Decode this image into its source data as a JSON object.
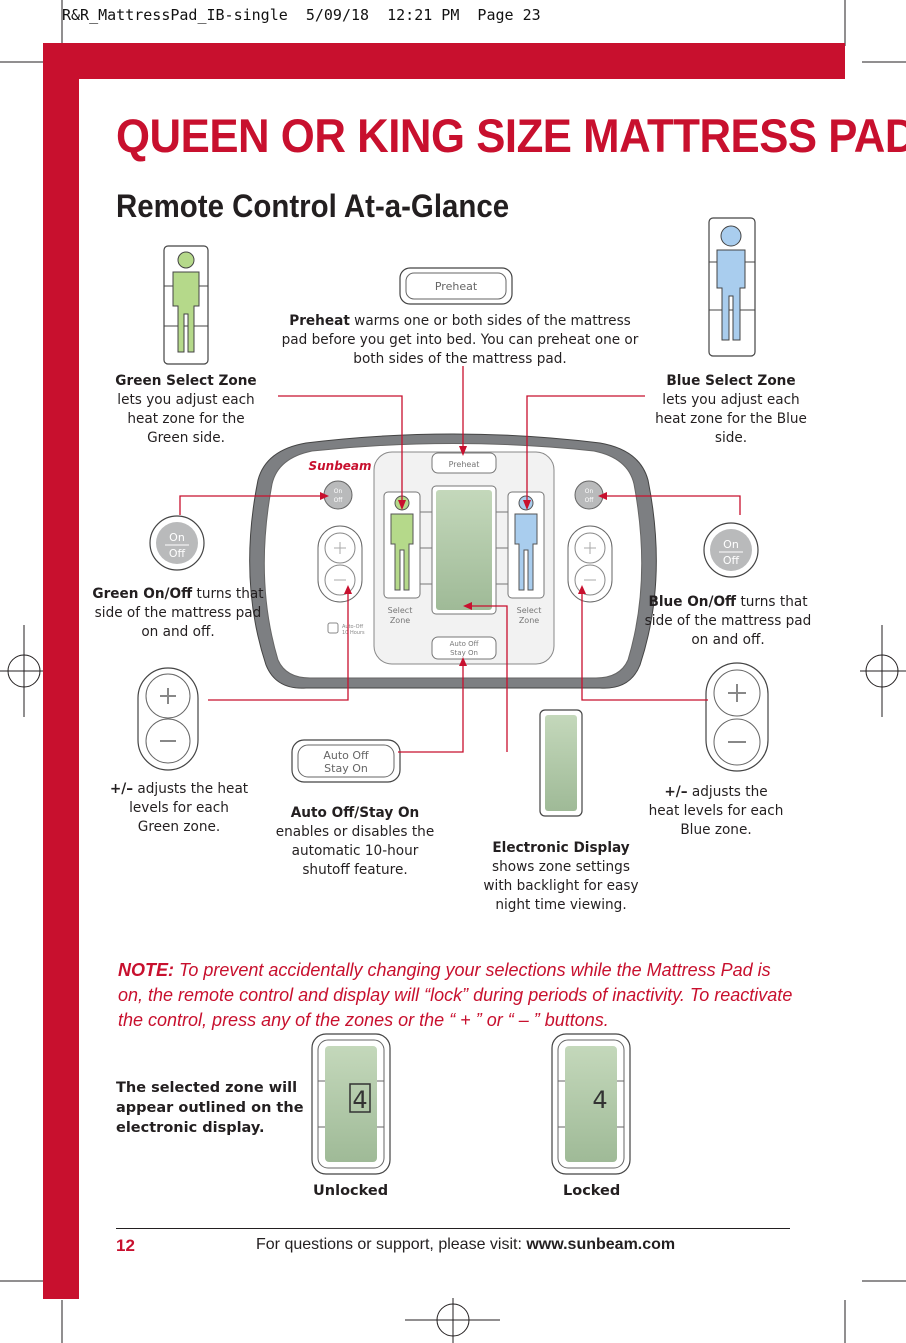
{
  "print_slug": "R&R_MattressPad_IB-single  5/09/18  12:21 PM  Page 23",
  "title": "QUEEN OR KING SIZE MATTRESS PAD",
  "subtitle": "Remote Control At-a-Glance",
  "remote": {
    "brand": "Sunbeam",
    "preheat_label": "Preheat",
    "on_label": "On",
    "off_label": "Off",
    "select_label": "Select",
    "zone_label": "Zone",
    "auto_off_label": "Auto Off",
    "stay_on_label": "Stay On",
    "auto_off_small": "Auto-Off",
    "ten_hours": "10 Hours"
  },
  "callouts": {
    "preheat": {
      "bold": "Preheat",
      "text": " warms one or both sides of the mattress pad before you get into bed. You can preheat one or both sides of the mattress pad."
    },
    "green_select": {
      "bold": "Green Select Zone",
      "text": "lets you adjust each heat zone for the Green side."
    },
    "blue_select": {
      "bold": "Blue Select Zone",
      "text": "lets you adjust each heat zone for the Blue side."
    },
    "green_onoff": {
      "bold": "Green On/Off",
      "text": " turns that side of the mattress pad on and off."
    },
    "blue_onoff": {
      "bold": "Blue On/Off",
      "text": " turns that side of the mattress pad on and off."
    },
    "green_plusminus": {
      "bold": "+/–",
      "text": " adjusts the heat levels for each Green zone."
    },
    "blue_plusminus": {
      "bold": "+/–",
      "text": " adjusts the heat levels for each Blue zone."
    },
    "auto_off": {
      "bold": "Auto Off/Stay On",
      "text": "enables or disables the automatic 10-hour shutoff feature."
    },
    "display": {
      "bold": "Electronic Display",
      "text": "shows zone settings with backlight for easy night time viewing."
    }
  },
  "note": {
    "label": "NOTE:",
    "text": " To prevent accidentally changing your selections while the Mattress Pad is on, the remote control and display will “lock” during periods of inactivity. To reactivate the control, press any of the zones or the “ + ” or “ – ” buttons."
  },
  "selected_zone_note": "The selected zone will appear outlined on the electronic display.",
  "displays": {
    "unlocked_label": "Unlocked",
    "unlocked_value": "4",
    "locked_label": "Locked",
    "locked_value": "4"
  },
  "footer": {
    "page_number": "12",
    "text": "For questions or support, please visit: ",
    "url": "www.sunbeam.com"
  },
  "colors": {
    "brand_red": "#c8102e",
    "green_zone": "#b5d98a",
    "blue_zone": "#a9cdee",
    "lcd": "#b8cfae",
    "remote_body": "#7d7f82"
  }
}
